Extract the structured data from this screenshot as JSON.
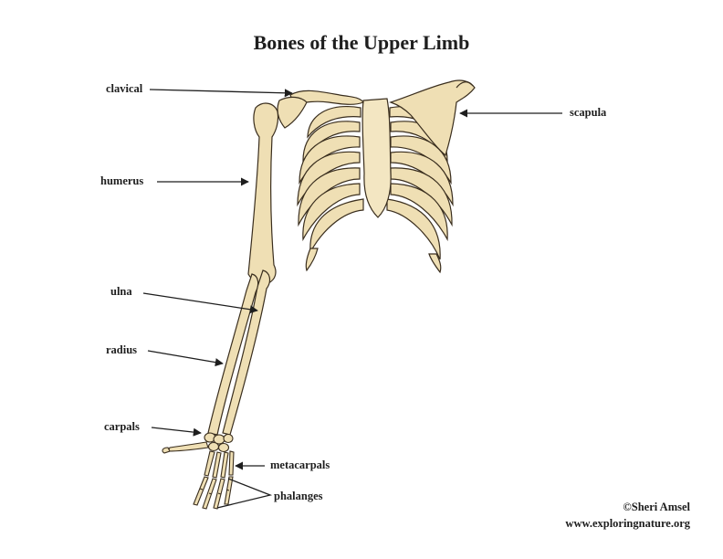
{
  "title": "Bones of the Upper Limb",
  "labels": {
    "clavical": "clavical",
    "scapula": "scapula",
    "humerus": "humerus",
    "ulna": "ulna",
    "radius": "radius",
    "carpals": "carpals",
    "metacarpals": "metacarpals",
    "phalanges": "phalanges"
  },
  "credit": {
    "author": "©Sheri Amsel",
    "site": "www.exploringnature.org"
  },
  "colors": {
    "bone": "#efdfb4",
    "bone_shade": "#dcc48e",
    "outline": "#3a2e1e",
    "arrow": "#1e1e1e"
  }
}
